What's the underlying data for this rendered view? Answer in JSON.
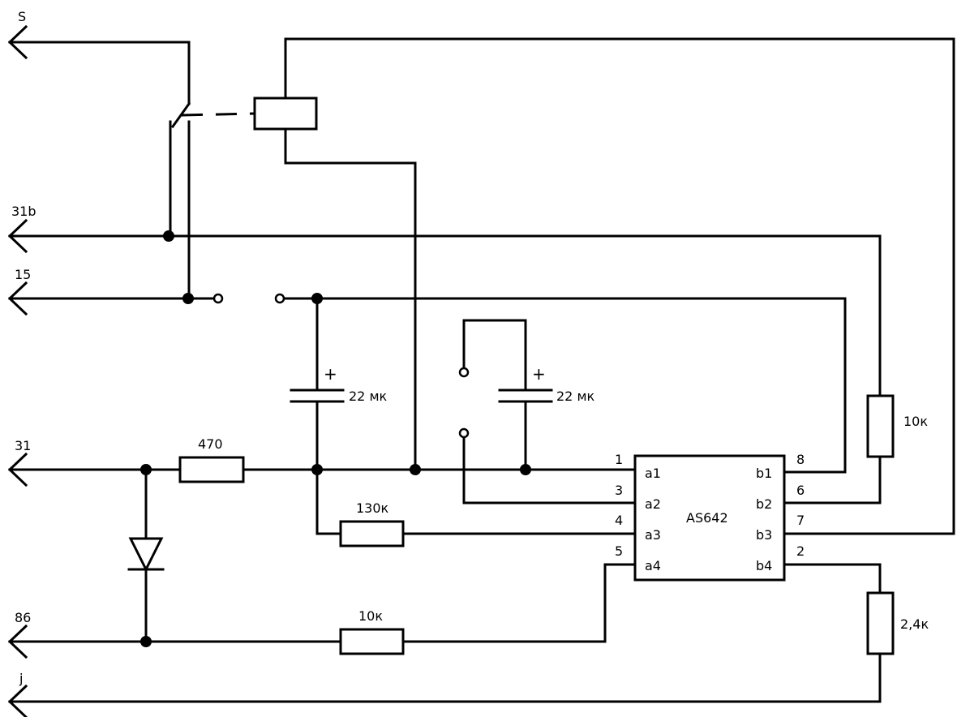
{
  "terminals": {
    "s": "S",
    "t31b": "31b",
    "t15": "15",
    "t31": "31",
    "t86": "86",
    "j": "j"
  },
  "components": {
    "r470": "470",
    "r130k": "130к",
    "r10k_left": "10к",
    "r10k_right": "10к",
    "r2_4k": "2,4к",
    "c1_value": "22 мк",
    "c1_polarity": "+",
    "c2_value": "22 мк",
    "c2_polarity": "+"
  },
  "ic": {
    "name": "AS642",
    "left_pins": [
      {
        "name": "a1",
        "number": "1"
      },
      {
        "name": "a2",
        "number": "3"
      },
      {
        "name": "a3",
        "number": "4"
      },
      {
        "name": "a4",
        "number": "5"
      }
    ],
    "right_pins": [
      {
        "name": "b1",
        "number": "8"
      },
      {
        "name": "b2",
        "number": "6"
      },
      {
        "name": "b3",
        "number": "7"
      },
      {
        "name": "b4",
        "number": "2"
      }
    ]
  }
}
